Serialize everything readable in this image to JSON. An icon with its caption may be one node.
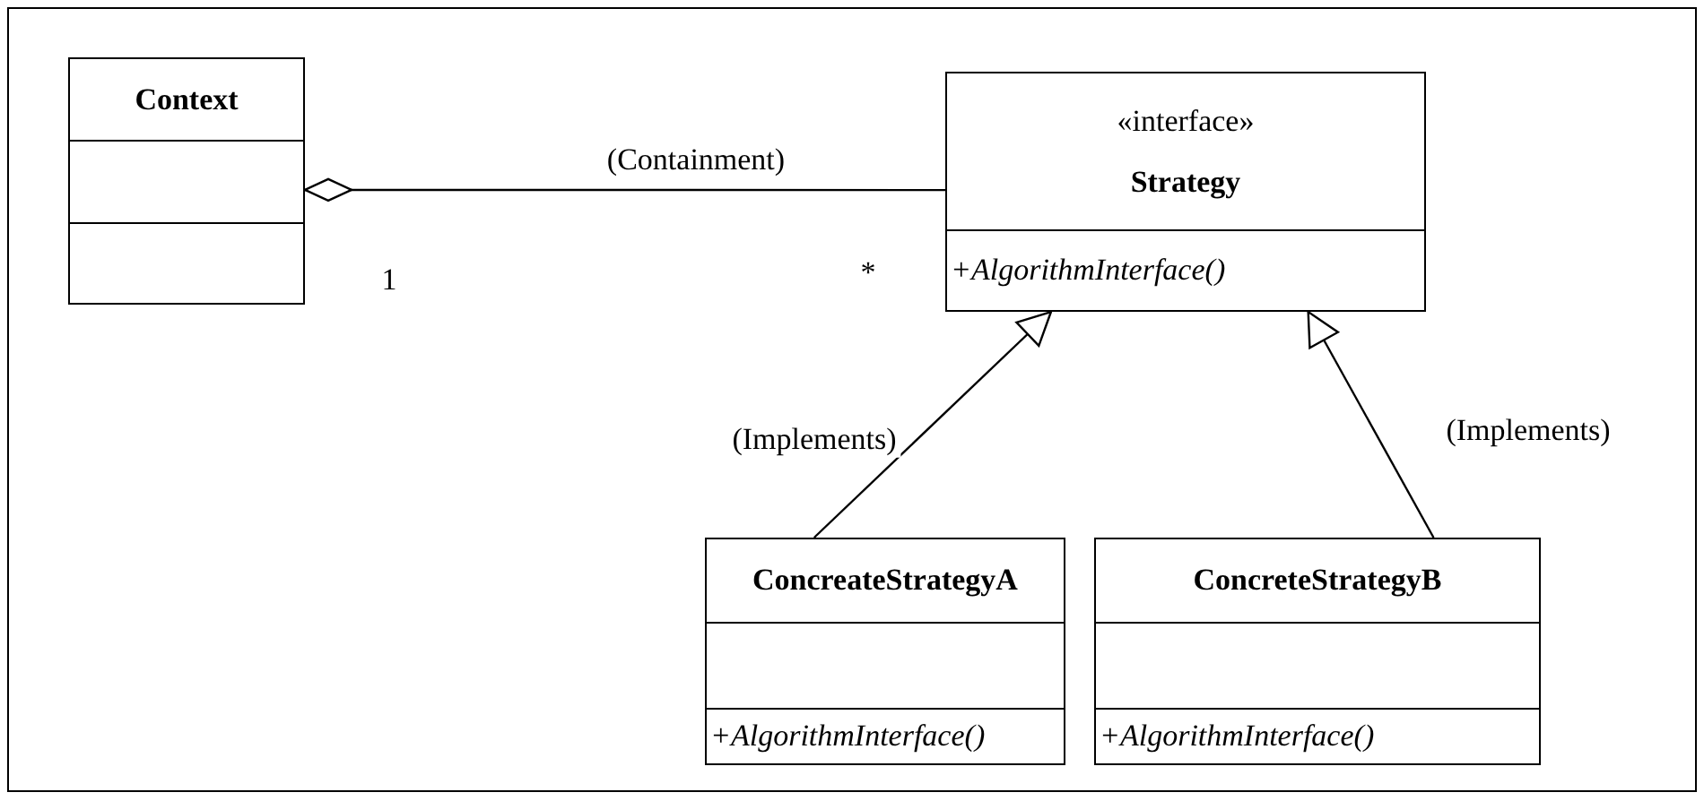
{
  "diagram": {
    "nodes": [
      {
        "text": [
          "Context"
        ]
      },
      {
        "text": [
          "«interface»",
          "Strategy",
          "+AlgorithmInterface()"
        ]
      },
      {
        "text": [
          "ConcreateStrategyA",
          "+AlgorithmInterface()"
        ]
      },
      {
        "text": [
          "ConcreteStrategyB",
          "+AlgorithmInterface()"
        ]
      }
    ],
    "edges": [
      {
        "from": 0,
        "to": 1,
        "arrow": "other",
        "label": "(Containment)"
      },
      {
        "from": 2,
        "to": 1,
        "arrow": "to",
        "label": "(Implements)"
      },
      {
        "from": 3,
        "to": 1,
        "arrow": "to",
        "label": "(Implements)"
      }
    ],
    "labels": [
      "1",
      "*"
    ]
  }
}
